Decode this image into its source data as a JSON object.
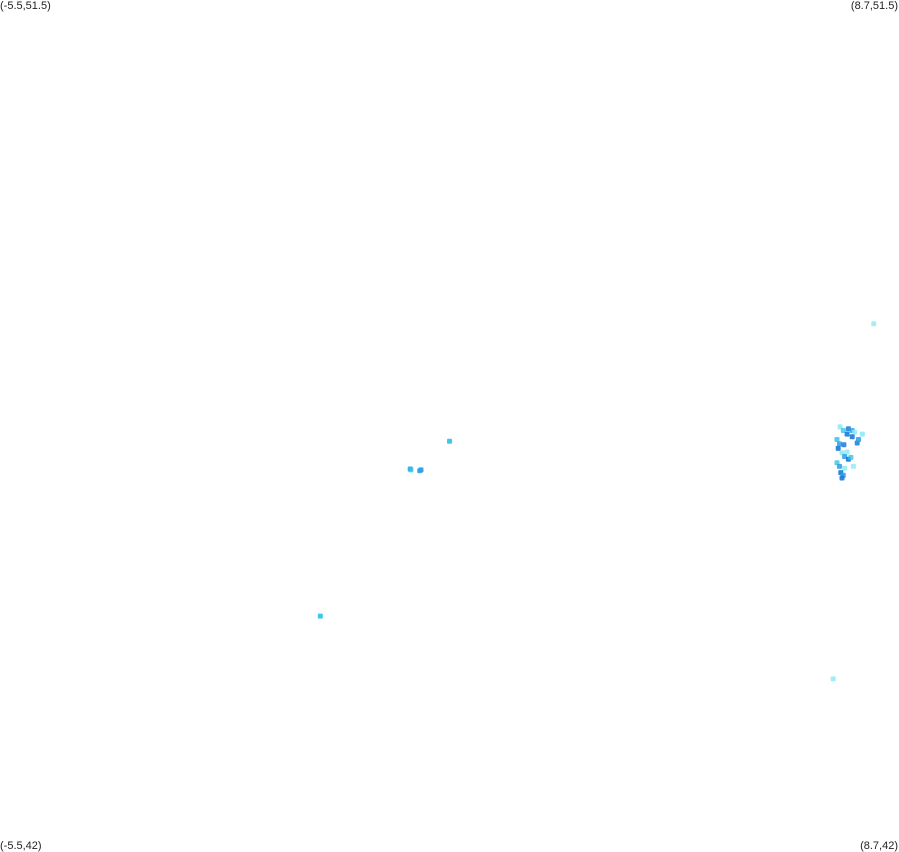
{
  "corners": {
    "top_left": "(-5.5,51.5)",
    "top_right": "(8.7,51.5)",
    "bottom_left": "(-5.5,42)",
    "bottom_right": "(8.7,42)"
  },
  "chart_data": {
    "type": "scatter",
    "xlim": [
      -5.5,
      8.7
    ],
    "ylim": [
      42,
      51.5
    ],
    "colors": {
      "light": "#8eeaf4",
      "mid": "#36c3e8",
      "blue": "#2a9fe6",
      "dark": "#1a7ad9"
    },
    "points": [
      {
        "x": 8.3,
        "y": 47.89,
        "c": "light",
        "o": 0.8
      },
      {
        "x": 1.6,
        "y": 46.58,
        "c": "mid",
        "o": 0.95
      },
      {
        "x": -0.44,
        "y": 44.63,
        "c": "mid",
        "o": 0.95
      },
      {
        "x": 7.66,
        "y": 43.93,
        "c": "light",
        "o": 0.85
      },
      {
        "x": 0.98,
        "y": 46.27,
        "c": "blue",
        "o": 0.9
      },
      {
        "x": 0.99,
        "y": 46.26,
        "c": "mid",
        "o": 0.7
      },
      {
        "x": 1.15,
        "y": 46.26,
        "c": "blue",
        "o": 0.9
      },
      {
        "x": 1.13,
        "y": 46.25,
        "c": "blue",
        "o": 0.85
      },
      {
        "x": 7.77,
        "y": 46.74,
        "c": "light",
        "o": 0.9
      },
      {
        "x": 7.82,
        "y": 46.7,
        "c": "mid",
        "o": 0.8
      },
      {
        "x": 7.9,
        "y": 46.72,
        "c": "dark",
        "o": 0.85
      },
      {
        "x": 7.96,
        "y": 46.7,
        "c": "blue",
        "o": 0.8
      },
      {
        "x": 8.0,
        "y": 46.68,
        "c": "light",
        "o": 0.85
      },
      {
        "x": 8.12,
        "y": 46.66,
        "c": "light",
        "o": 0.9
      },
      {
        "x": 7.88,
        "y": 46.66,
        "c": "dark",
        "o": 0.9
      },
      {
        "x": 7.96,
        "y": 46.63,
        "c": "dark",
        "o": 0.9
      },
      {
        "x": 7.72,
        "y": 46.6,
        "c": "mid",
        "o": 0.85
      },
      {
        "x": 7.76,
        "y": 46.55,
        "c": "blue",
        "o": 0.85
      },
      {
        "x": 8.04,
        "y": 46.56,
        "c": "dark",
        "o": 0.85
      },
      {
        "x": 8.06,
        "y": 46.6,
        "c": "blue",
        "o": 0.85
      },
      {
        "x": 7.83,
        "y": 46.54,
        "c": "dark",
        "o": 0.85
      },
      {
        "x": 7.74,
        "y": 46.5,
        "c": "dark",
        "o": 0.9
      },
      {
        "x": 7.8,
        "y": 46.45,
        "c": "light",
        "o": 0.9
      },
      {
        "x": 7.88,
        "y": 46.46,
        "c": "light",
        "o": 0.85
      },
      {
        "x": 7.84,
        "y": 46.41,
        "c": "blue",
        "o": 0.85
      },
      {
        "x": 7.9,
        "y": 46.38,
        "c": "dark",
        "o": 0.9
      },
      {
        "x": 7.94,
        "y": 46.4,
        "c": "mid",
        "o": 0.8
      },
      {
        "x": 7.72,
        "y": 46.34,
        "c": "mid",
        "o": 0.8
      },
      {
        "x": 7.76,
        "y": 46.3,
        "c": "blue",
        "o": 0.85
      },
      {
        "x": 7.84,
        "y": 46.28,
        "c": "light",
        "o": 0.85
      },
      {
        "x": 7.98,
        "y": 46.3,
        "c": "light",
        "o": 0.8
      },
      {
        "x": 7.78,
        "y": 46.23,
        "c": "dark",
        "o": 0.9
      },
      {
        "x": 7.82,
        "y": 46.2,
        "c": "blue",
        "o": 0.85
      },
      {
        "x": 7.8,
        "y": 46.17,
        "c": "dark",
        "o": 0.9
      }
    ]
  }
}
